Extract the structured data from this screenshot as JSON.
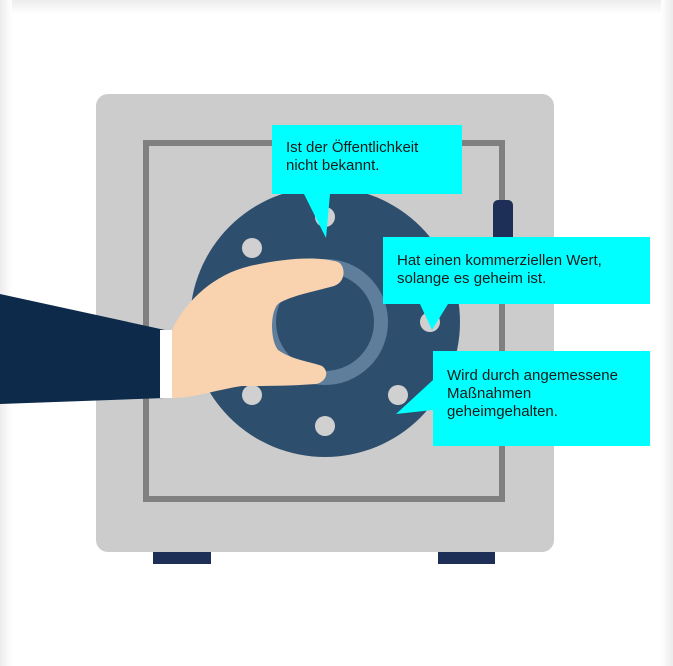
{
  "callouts": [
    {
      "text": "Ist der Öffentlichkeit nicht bekannt."
    },
    {
      "text": "Hat einen kommerziellen Wert, solange es geheim ist."
    },
    {
      "text": "Wird durch angemessene Maßnahmen geheimgehalten."
    }
  ],
  "colors": {
    "safe_body": "#cccccc",
    "safe_door_line": "#808080",
    "dial": "#2e4e6e",
    "dial_dots": "#d0d0d0",
    "feet": "#1e2f57",
    "sleeve": "#0d2a4a",
    "skin": "#f9d3b0",
    "callout_bg": "#00ffff"
  },
  "icons": [
    "safe-icon",
    "hand-icon"
  ]
}
